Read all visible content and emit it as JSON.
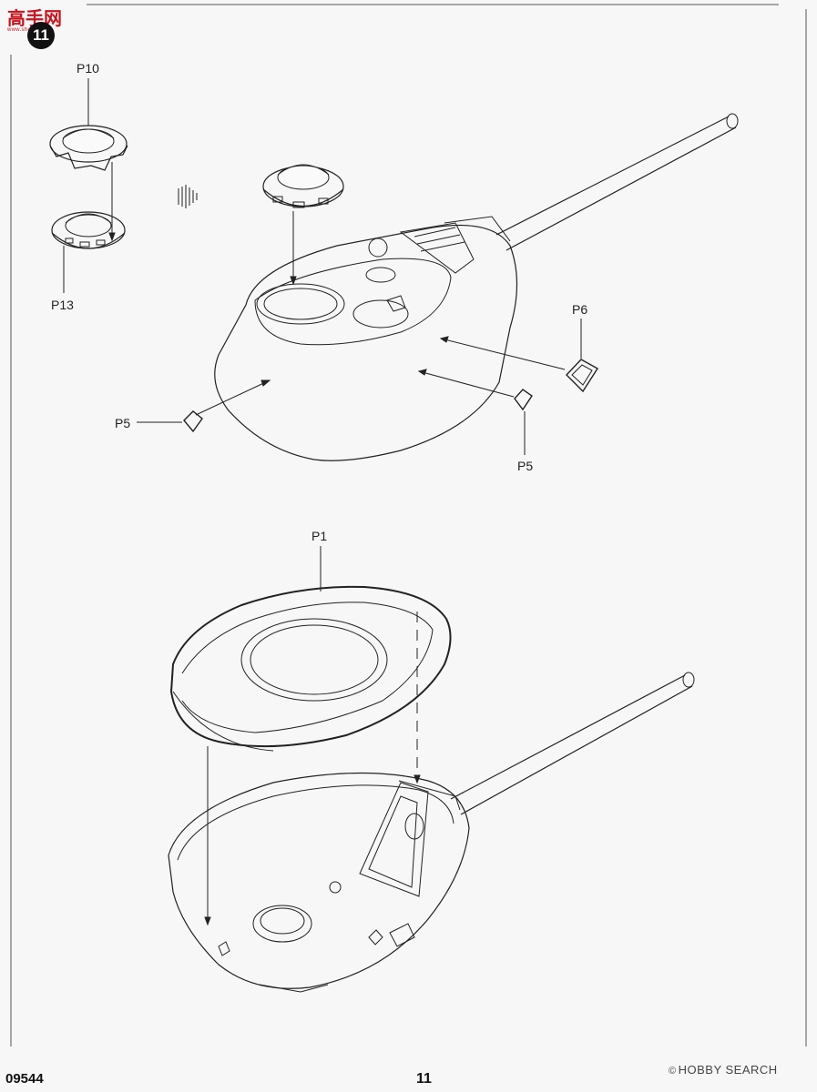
{
  "logo": {
    "text": "高手网",
    "sub": "www.shouw.com"
  },
  "step_number": "11",
  "parts": {
    "p10": "P10",
    "p13": "P13",
    "p6": "P6",
    "p5_left": "P5",
    "p5_right": "P5",
    "p1": "P1"
  },
  "footer": {
    "product_code": "09544",
    "page_number": "11",
    "watermark_symbol": "©",
    "watermark": "HOBBY SEARCH"
  }
}
